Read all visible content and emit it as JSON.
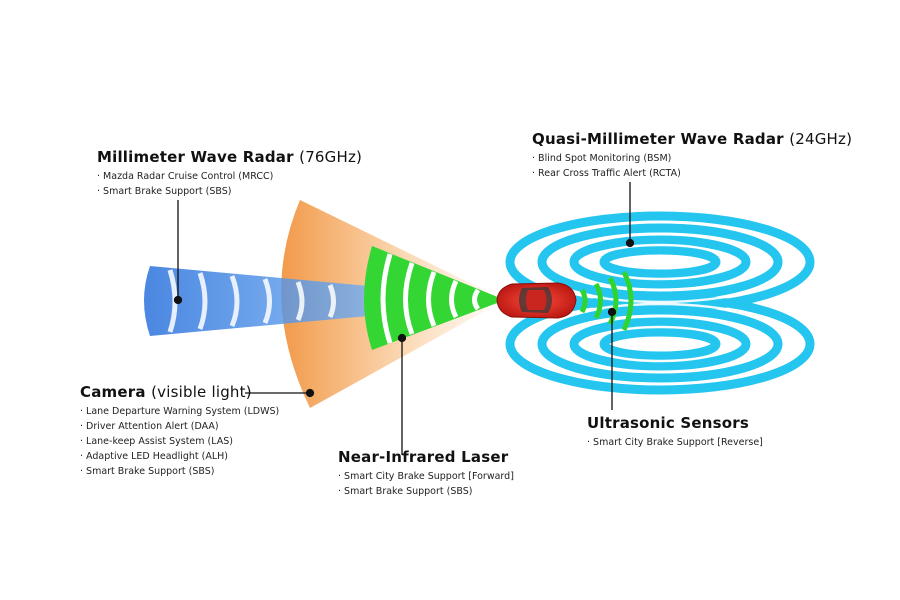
{
  "labels": {
    "mwr": {
      "title": "Millimeter Wave Radar",
      "freq": "(76GHz)",
      "items": [
        "Mazda Radar Cruise Control (MRCC)",
        "Smart Brake Support (SBS)"
      ]
    },
    "qmwr": {
      "title": "Quasi-Millimeter Wave Radar",
      "freq": "(24GHz)",
      "items": [
        "Blind Spot Monitoring (BSM)",
        "Rear Cross Traffic Alert (RCTA)"
      ]
    },
    "camera": {
      "title": "Camera",
      "freq": "(visible light)",
      "items": [
        "Lane Departure Warning System (LDWS)",
        "Driver Attention Alert (DAA)",
        "Lane-keep Assist System (LAS)",
        "Adaptive LED Headlight (ALH)",
        "Smart Brake Support (SBS)"
      ]
    },
    "laser": {
      "title": "Near-Infrared Laser",
      "items": [
        "Smart City Brake Support [Forward]",
        "Smart Brake Support (SBS)"
      ]
    },
    "ultra": {
      "title": "Ultrasonic Sensors",
      "items": [
        "Smart City Brake Support [Reverse]"
      ]
    }
  },
  "colors": {
    "radar_blue": "#2f7fe0",
    "camera_orange": "#f2a35a",
    "laser_green": "#2fd42f",
    "side_radar_cyan": "#23c8f0",
    "car_red": "#d8221c"
  }
}
